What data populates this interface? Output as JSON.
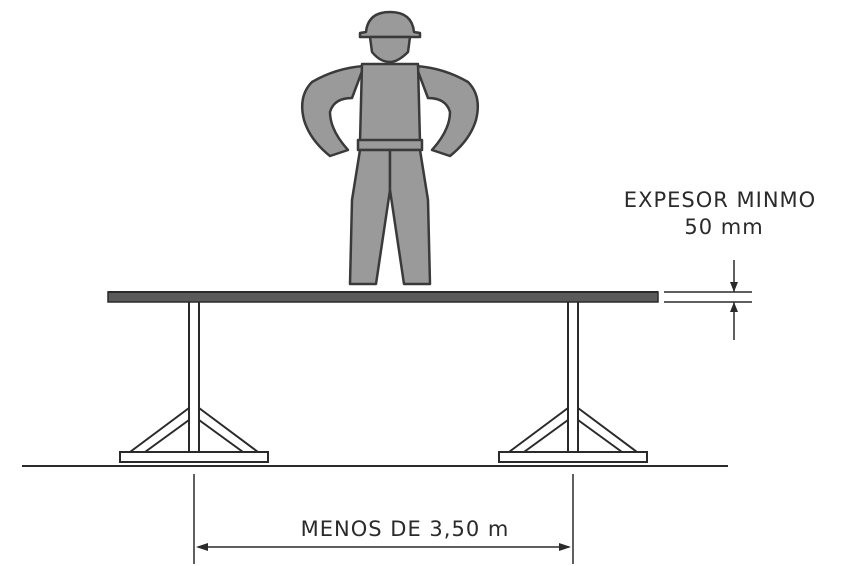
{
  "labels": {
    "thickness_line1": "EXPESOR MINMO",
    "thickness_line2": "50 mm",
    "span": "MENOS DE 3,50 m"
  },
  "colors": {
    "line": "#2a2a2a",
    "figure_fill": "#9a9a9a",
    "figure_stroke": "#3a3a3a",
    "plank_fill": "#5a5a5a",
    "background": "#ffffff"
  },
  "icons": {
    "worker": "worker-with-hard-hat-icon"
  }
}
